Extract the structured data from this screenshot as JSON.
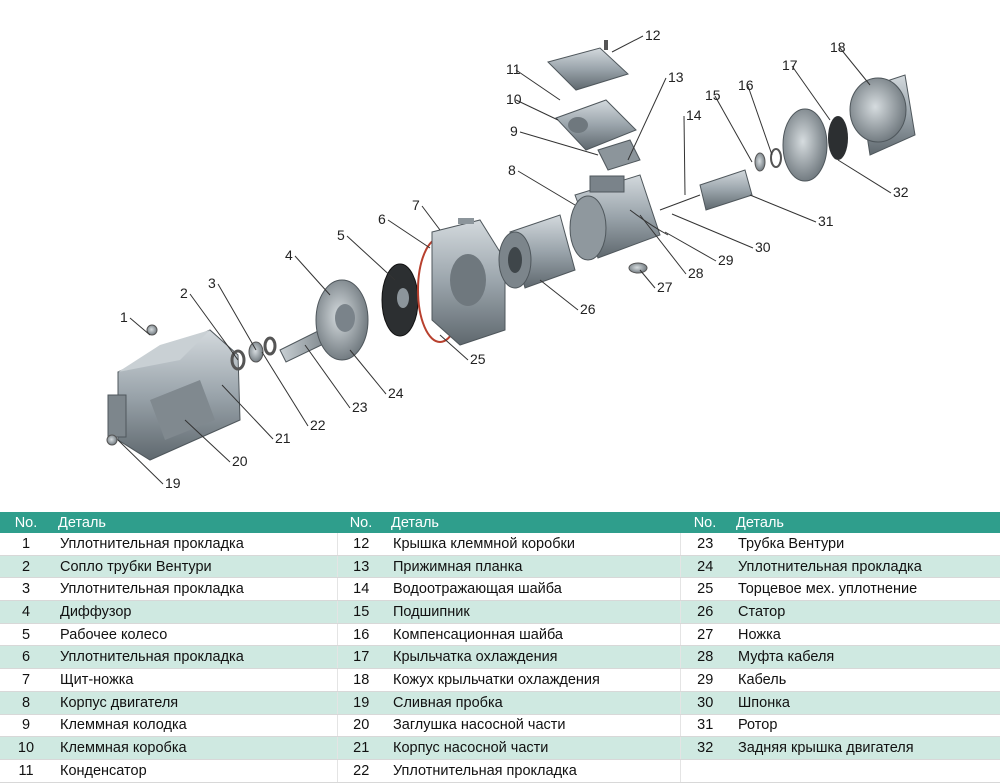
{
  "table": {
    "headers": [
      "No.",
      "Деталь",
      "No.",
      "Деталь",
      "No.",
      "Деталь"
    ],
    "rows": [
      [
        [
          "1",
          "Уплотнительная прокладка"
        ],
        [
          "12",
          "Крышка клеммной коробки"
        ],
        [
          "23",
          "Трубка Вентури"
        ]
      ],
      [
        [
          "2",
          "Сопло трубки Вентури"
        ],
        [
          "13",
          "Прижимная планка"
        ],
        [
          "24",
          "Уплотнительная прокладка"
        ]
      ],
      [
        [
          "3",
          "Уплотнительная прокладка"
        ],
        [
          "14",
          "Водоотражающая шайба"
        ],
        [
          "25",
          "Торцевое мех. уплотнение"
        ]
      ],
      [
        [
          "4",
          "Диффузор"
        ],
        [
          "15",
          "Подшипник"
        ],
        [
          "26",
          "Статор"
        ]
      ],
      [
        [
          "5",
          "Рабочее колесо"
        ],
        [
          "16",
          "Компенсационная шайба"
        ],
        [
          "27",
          "Ножка"
        ]
      ],
      [
        [
          "6",
          "Уплотнительная прокладка"
        ],
        [
          "17",
          "Крыльчатка охлаждения"
        ],
        [
          "28",
          "Муфта кабеля"
        ]
      ],
      [
        [
          "7",
          "Щит-ножка"
        ],
        [
          "18",
          "Кожух крыльчатки охлаждения"
        ],
        [
          "29",
          "Кабель"
        ]
      ],
      [
        [
          "8",
          "Корпус двигателя"
        ],
        [
          "19",
          "Сливная пробка"
        ],
        [
          "30",
          "Шпонка"
        ]
      ],
      [
        [
          "9",
          "Клеммная колодка"
        ],
        [
          "20",
          "Заглушка насосной части"
        ],
        [
          "31",
          "Ротор"
        ]
      ],
      [
        [
          "10",
          "Клеммная коробка"
        ],
        [
          "21",
          "Корпус насосной части"
        ],
        [
          "32",
          "Задняя крышка двигателя"
        ]
      ],
      [
        [
          "11",
          "Конденсатор"
        ],
        [
          "22",
          "Уплотнительная прокладка"
        ],
        [
          "",
          ""
        ]
      ]
    ]
  },
  "callouts": [
    "1",
    "2",
    "3",
    "4",
    "5",
    "6",
    "7",
    "8",
    "9",
    "10",
    "11",
    "12",
    "13",
    "14",
    "15",
    "16",
    "17",
    "18",
    "19",
    "20",
    "21",
    "22",
    "23",
    "24",
    "25",
    "26",
    "27",
    "28",
    "29",
    "30",
    "31",
    "32"
  ],
  "colors": {
    "header_bg": "#2f9e8c",
    "alt_row_bg": "#cfe9e1",
    "part_fill": "#9aa4ab",
    "part_dark": "#5f686e",
    "part_light": "#c9d0d4"
  }
}
